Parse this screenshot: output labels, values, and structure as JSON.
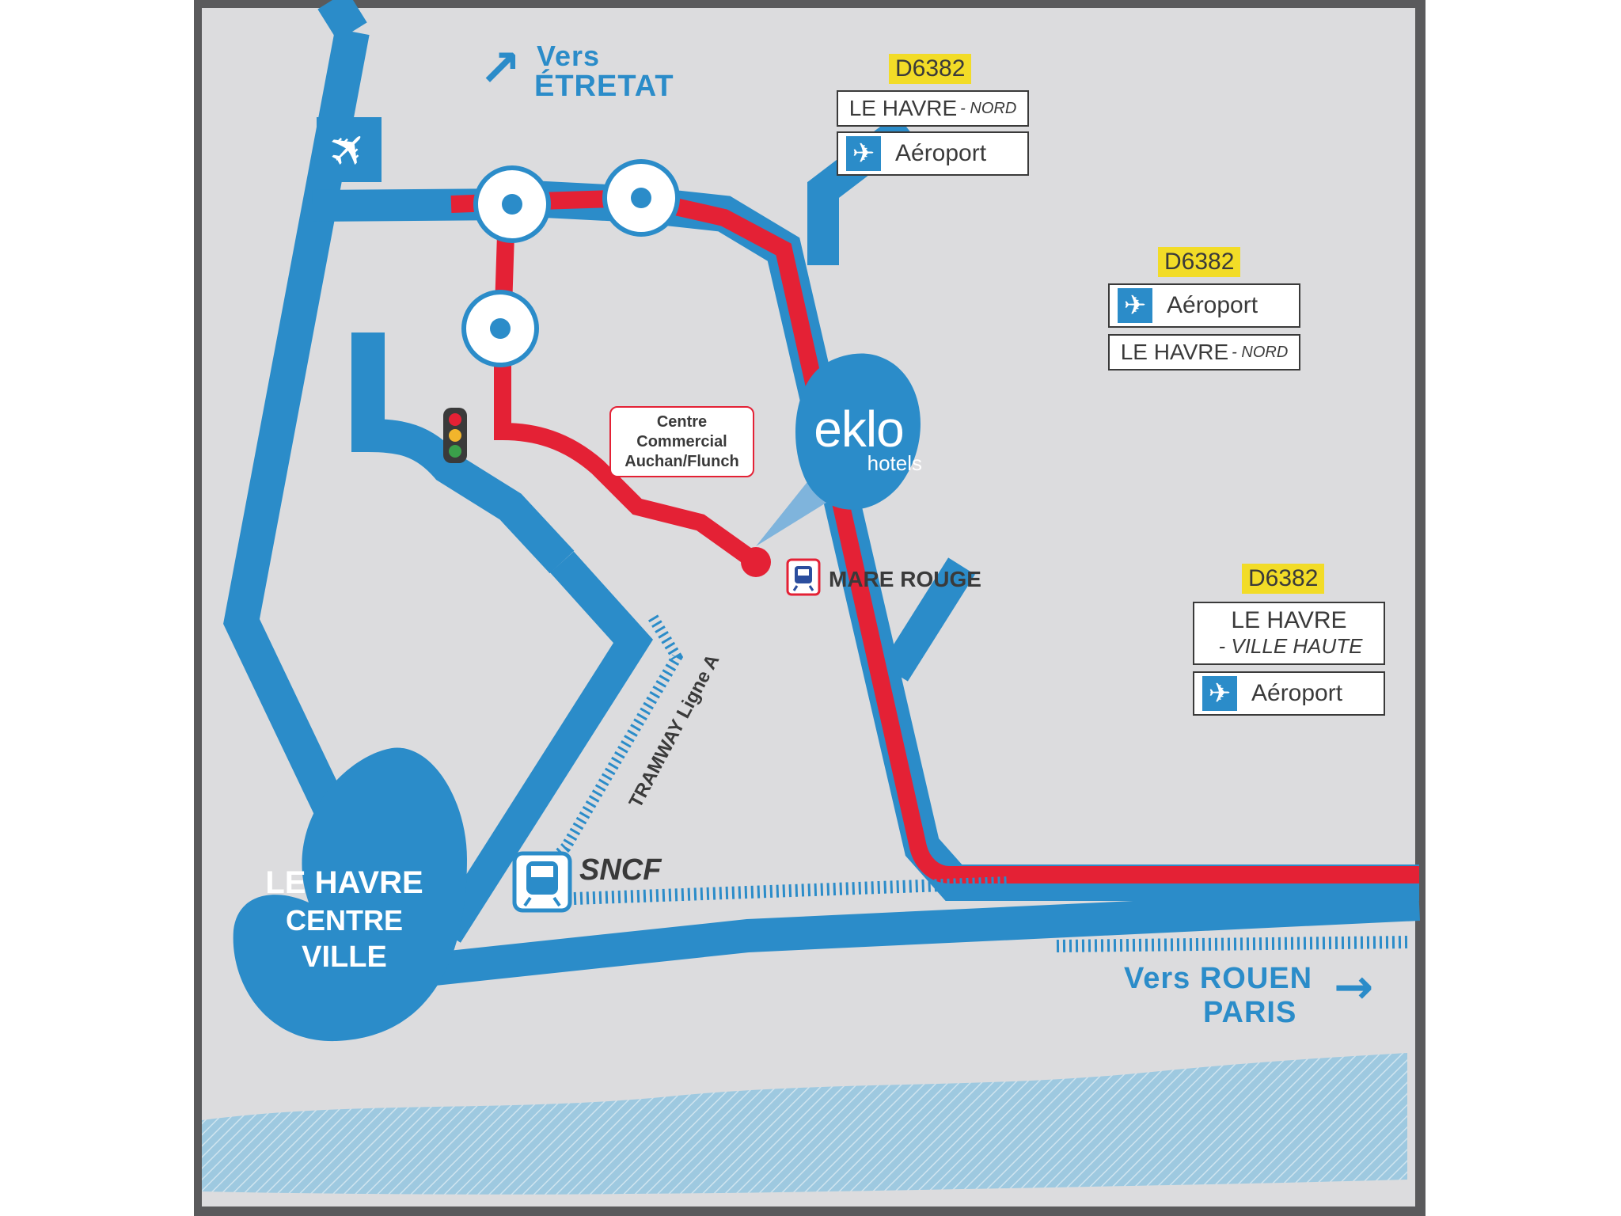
{
  "directions": {
    "etretat_line1": "Vers",
    "etretat_line2": "ÉTRETAT",
    "rouen_line1": "Vers ROUEN",
    "rouen_line2": "PARIS"
  },
  "city": {
    "line1": "LE HAVRE",
    "line2": "CENTRE",
    "line3": "VILLE"
  },
  "hotel": {
    "brand": "eklo",
    "sub": "hotels"
  },
  "landmarks": {
    "mall_line1": "Centre",
    "mall_line2": "Commercial",
    "mall_line3": "Auchan/Flunch",
    "tram_stop": "MARE ROUGE",
    "tram_line": "TRAMWAY Ligne A",
    "station": "SNCF"
  },
  "signs": {
    "top": {
      "code": "D6382",
      "dest1_main": "LE HAVRE",
      "dest1_sub": "- NORD",
      "dest2": "Aéroport"
    },
    "middle": {
      "code": "D6382",
      "dest1": "Aéroport",
      "dest2_main": "LE HAVRE",
      "dest2_sub": "- NORD"
    },
    "lower": {
      "code": "D6382",
      "dest1_line1": "LE HAVRE",
      "dest1_line2": "- VILLE HAUTE",
      "dest2": "Aéroport"
    }
  },
  "icons": {
    "plane": "✈",
    "arrow_up": "↗",
    "arrow_right": "→"
  },
  "colors": {
    "road": "#2b8cc9",
    "route": "#e42135",
    "background": "#dcdcde",
    "frame": "#5a5a5c",
    "code_badge": "#f2dc27",
    "sea": "#9ec9e0"
  }
}
